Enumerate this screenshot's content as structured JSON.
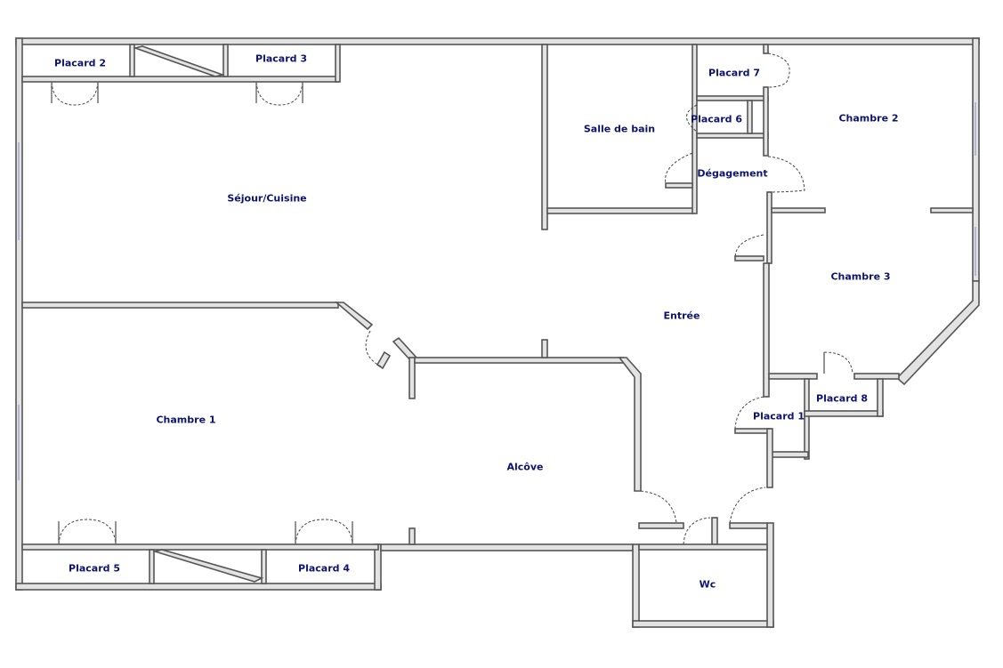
{
  "colors": {
    "label": "#0d1470",
    "wall_fill": "#e3e3e3",
    "wall_stroke": "#555555"
  },
  "rooms": {
    "sejour": "Séjour/Cuisine",
    "chambre1": "Chambre 1",
    "chambre2": "Chambre 2",
    "chambre3": "Chambre 3",
    "alcove": "Alcôve",
    "entree": "Entrée",
    "salle_de_bain": "Salle de bain",
    "degagement": "Dégagement",
    "wc": "Wc",
    "placard1": "Placard 1",
    "placard2": "Placard  2",
    "placard3": "Placard  3",
    "placard4": "Placard  4",
    "placard5": "Placard  5",
    "placard6": "Placard  6",
    "placard7": "Placard  7",
    "placard8": "Placard  8"
  }
}
